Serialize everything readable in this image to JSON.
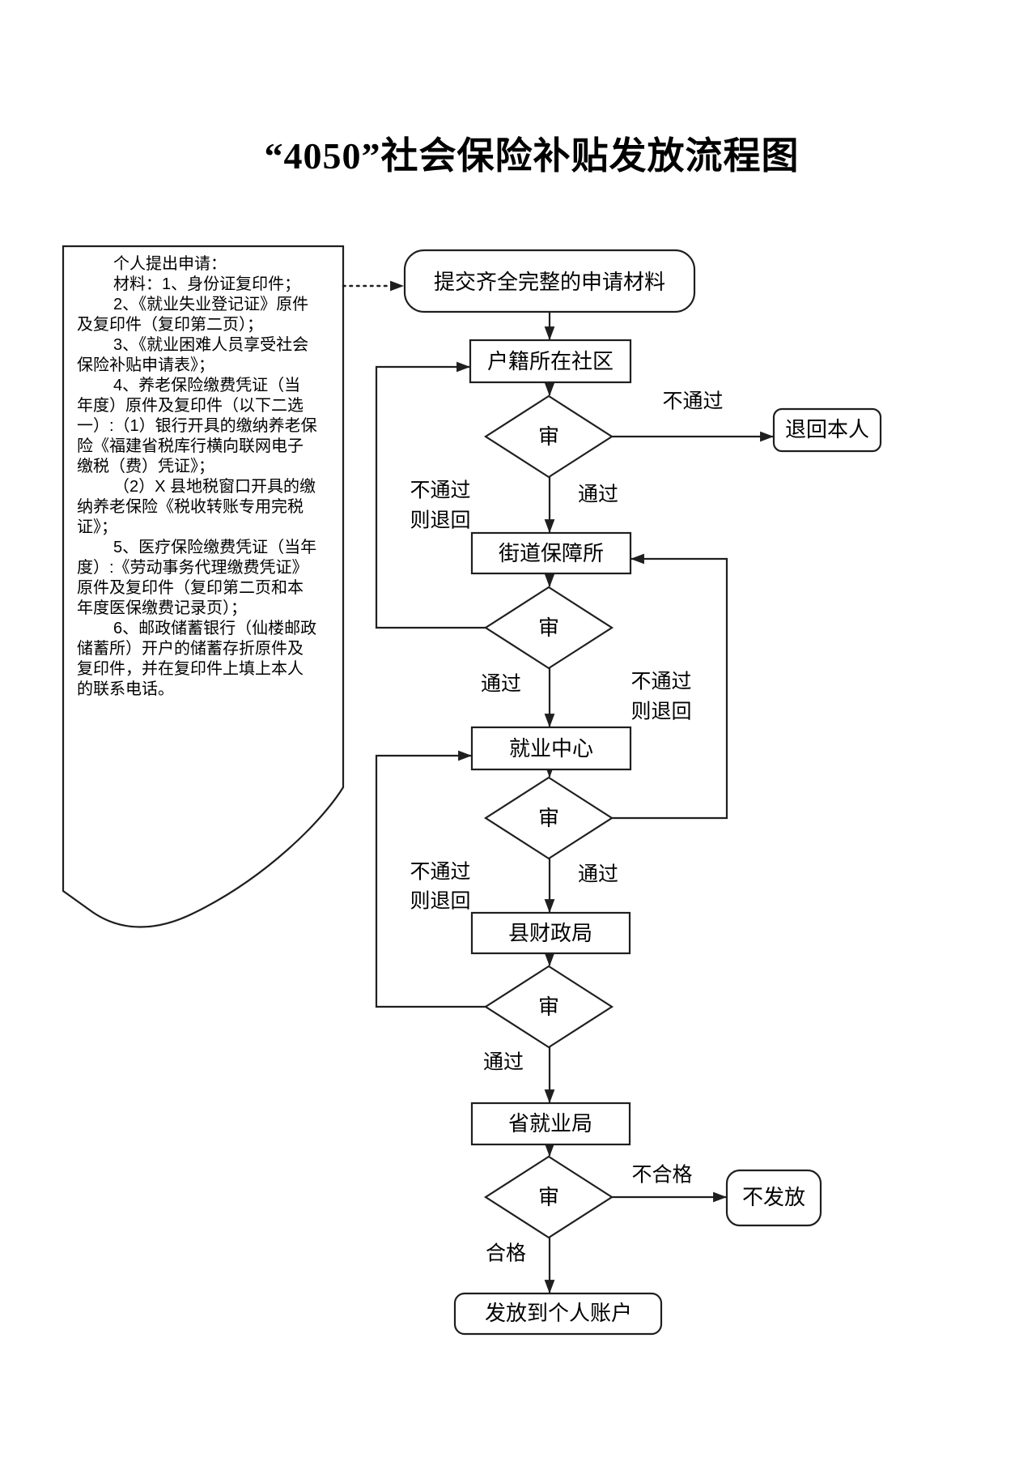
{
  "title": "“4050”社会保险补贴发放流程图",
  "note": {
    "lines": [
      {
        "text": "个人提出申请：",
        "indent": true
      },
      {
        "text": "材料：1、身份证复印件；",
        "indent": true
      },
      {
        "text": "2、《就业失业登记证》原件",
        "indent": true
      },
      {
        "text": "及复印件（复印第二页）；",
        "indent": false
      },
      {
        "text": "3、《就业困难人员享受社会",
        "indent": true
      },
      {
        "text": "保险补贴申请表》；",
        "indent": false
      },
      {
        "text": "4、养老保险缴费凭证（当",
        "indent": true
      },
      {
        "text": "年度）原件及复印件（以下二选",
        "indent": false
      },
      {
        "text": "一）:（1）银行开具的缴纳养老保",
        "indent": false
      },
      {
        "text": "险《福建省税库行横向联网电子",
        "indent": false
      },
      {
        "text": "缴税（费）凭证》；",
        "indent": false
      },
      {
        "text": "（2）X 县地税窗口开具的缴",
        "indent": true
      },
      {
        "text": "纳养老保险《税收转账专用完税",
        "indent": false
      },
      {
        "text": "证》；",
        "indent": false
      },
      {
        "text": "5、医疗保险缴费凭证（当年",
        "indent": true
      },
      {
        "text": "度）:《劳动事务代理缴费凭证》",
        "indent": false
      },
      {
        "text": "原件及复印件（复印第二页和本",
        "indent": false
      },
      {
        "text": "年度医保缴费记录页）；",
        "indent": false
      },
      {
        "text": "6、邮政储蓄银行（仙楼邮政",
        "indent": true
      },
      {
        "text": "储蓄所）开户的储蓄存折原件及",
        "indent": false
      },
      {
        "text": "复印件，并在复印件上填上本人",
        "indent": false
      },
      {
        "text": "的联系电话。",
        "indent": false
      }
    ]
  },
  "nodes": {
    "start": "提交齐全完整的申请材料",
    "community": "户籍所在社区",
    "street_office": "街道保障所",
    "employment_center": "就业中心",
    "county_finance": "县财政局",
    "provincial_employment": "省就业局",
    "grant": "发放到个人账户",
    "return_to_person": "退回本人",
    "no_grant": "不发放",
    "review": "审"
  },
  "labels": {
    "fail": "不通过",
    "pass": "通过",
    "fail_return": [
      "不通过",
      "则退回"
    ],
    "unqualified": "不合格",
    "qualified": "合格"
  },
  "colors": {
    "line": "#1f1f1f",
    "background": "#ffffff",
    "text": "#000000"
  }
}
